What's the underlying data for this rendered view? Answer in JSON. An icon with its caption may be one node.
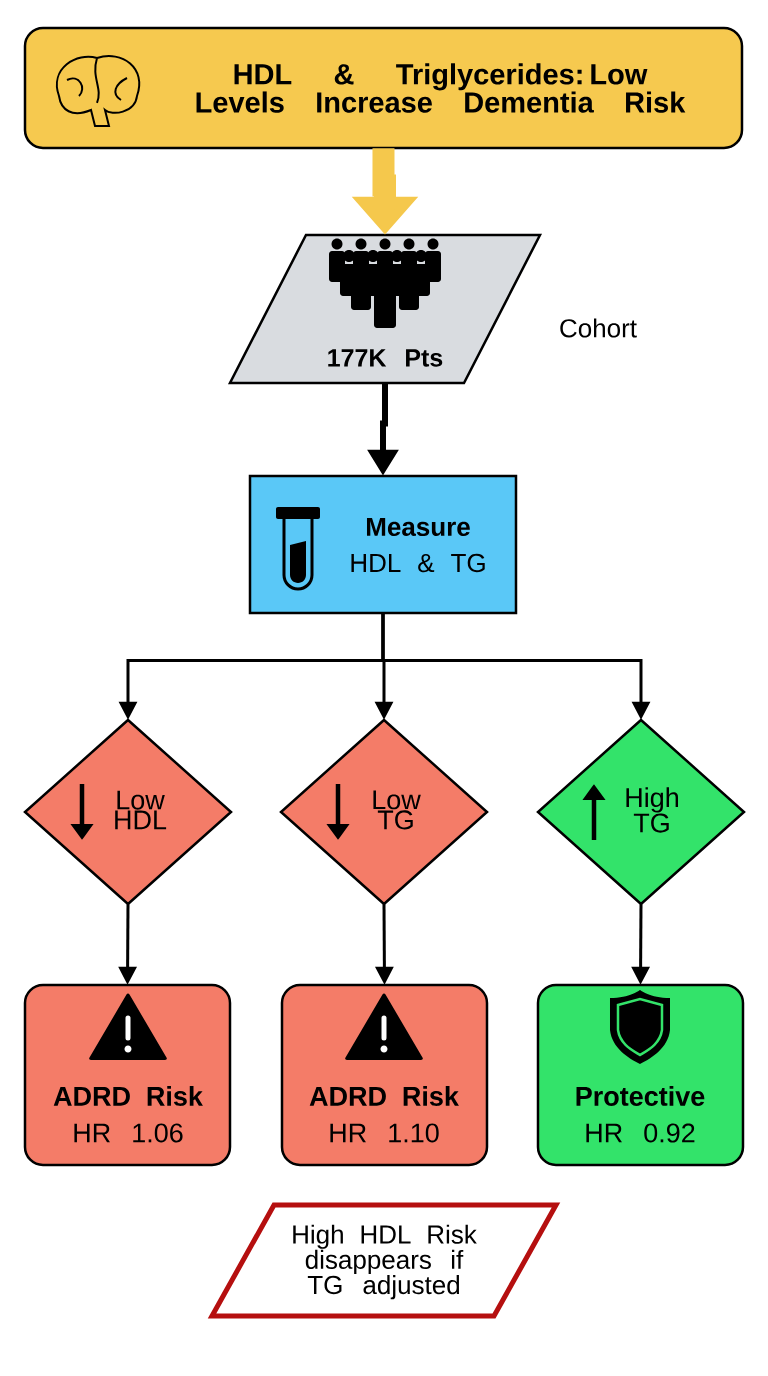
{
  "diagram": {
    "nodes": [
      {
        "text": [
          "HDL & Triglycerides: Low Levels Increase Dementia Risk"
        ]
      },
      {
        "text": [
          "177K Pts"
        ],
        "beside": [
          "Cohort"
        ]
      },
      {
        "text": [
          "Measure",
          "HDL & TG"
        ]
      },
      {
        "text": [
          "Low HDL"
        ]
      },
      {
        "text": [
          "Low TG"
        ]
      },
      {
        "text": [
          "High TG"
        ]
      },
      {
        "text": [
          "ADRD Risk",
          "HR 1.06"
        ]
      },
      {
        "text": [
          "ADRD Risk",
          "HR 1.10"
        ]
      },
      {
        "text": [
          "Protective",
          "HR 0.92"
        ]
      },
      {
        "text": [
          "High HDL Risk disappears if TG adjusted"
        ]
      }
    ],
    "edges": [
      {
        "from": 0,
        "to": 1,
        "arrow": "to",
        "style": "thick",
        "color": "#f5c84c"
      },
      {
        "from": 1,
        "to": 2,
        "arrow": "to",
        "style": "thick"
      },
      {
        "from": 2,
        "to": 3,
        "arrow": "to"
      },
      {
        "from": 2,
        "to": 4,
        "arrow": "to"
      },
      {
        "from": 2,
        "to": 5,
        "arrow": "to"
      },
      {
        "from": 3,
        "to": 6,
        "arrow": "to"
      },
      {
        "from": 4,
        "to": 7,
        "arrow": "to"
      },
      {
        "from": 5,
        "to": 8,
        "arrow": "to"
      }
    ]
  }
}
